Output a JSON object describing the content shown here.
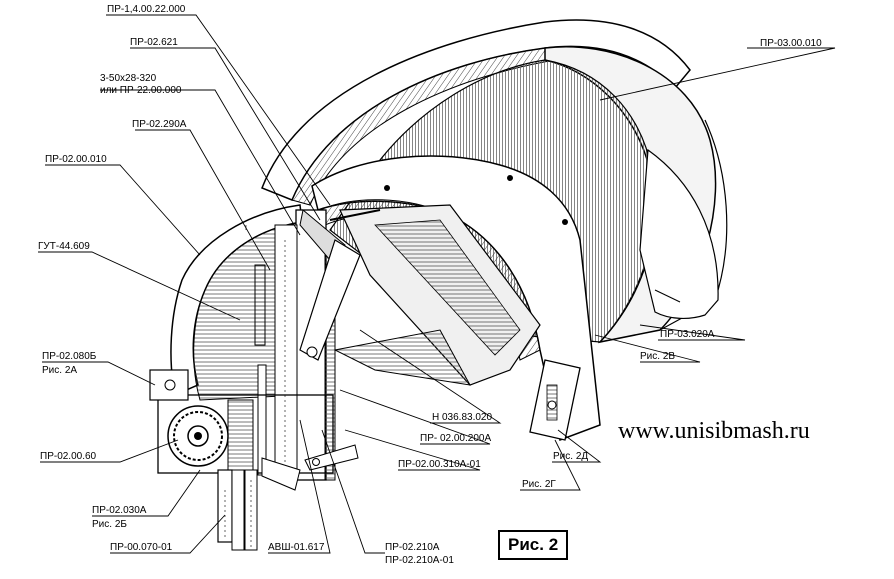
{
  "labels": {
    "pr_1_4_00_22_000": "ПР-1,4.00.22.000",
    "pr_02_621": "ПР-02.621",
    "bolt_line1": "3-50x28-320",
    "bolt_line2": "или ПР-22.00.000",
    "pr_02_290a": "ПР-02.290А",
    "pr_02_00_010": "ПР-02.00.010",
    "gut_44_609": "ГУТ-44.609",
    "pr_02_080b": "ПР-02.080Б",
    "ris_2a": "Рис. 2А",
    "pr_02_00_60": "ПР-02.00.60",
    "pr_02_030a": "ПР-02.030А",
    "ris_2b": "Рис. 2Б",
    "pr_00_070_01": "ПР-00.070-01",
    "avsh_01_617": "АВШ-01.617",
    "pr_02_210a": "ПР-02.210А",
    "pr_02_210a_01": "ПР-02.210А-01",
    "pr_02_00_310a_01": "ПР-02.00.310А-01",
    "pr_02_00_200a": "ПР- 02.00.200А",
    "n_036_83_020": "Н 036.83.020",
    "pr_03_00_010": "ПР-03.00.010",
    "pr_03_020a": "ПР-03.020А",
    "ris_2v": "Рис. 2В",
    "ris_2d": "Рис. 2Д",
    "ris_2g": "Рис. 2Г"
  },
  "website": "www.unisibmash.ru",
  "figure_caption": "Рис. 2"
}
